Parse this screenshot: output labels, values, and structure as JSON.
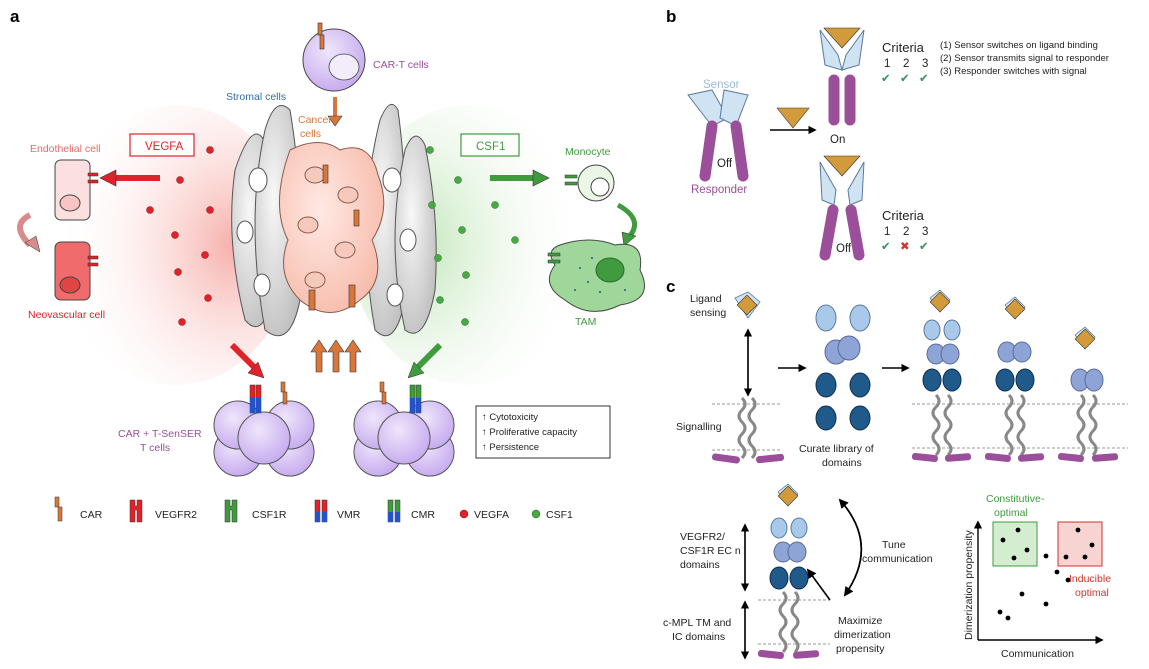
{
  "panels": {
    "a": "a",
    "b": "b",
    "c": "c"
  },
  "colors": {
    "car": "#d9773a",
    "vegfa": "#e0222a",
    "csf1": "#3f9b3e",
    "purple": "#9b4e9a",
    "tcell": "#c9b2ef",
    "sensor": "#cfe3f2",
    "ligand": "#d29a3a",
    "domain_light": "#a9c9ea",
    "domain_mid": "#8ea3d6",
    "domain_dark": "#1f5a8a",
    "teal": "#2e6da0",
    "check": "#3a8f5a",
    "cross": "#d2332d"
  },
  "panel_a": {
    "car_t_cells": "CAR-T cells",
    "stromal_cells": "Stromal cells",
    "cancer_cells": [
      "Cancer",
      "cells"
    ],
    "endothelial_cell": "Endothelial cell",
    "neovascular_cell": "Neovascular cell",
    "vegfa_box": "VEGFA",
    "csf1_box": "CSF1",
    "monocyte": "Monocyte",
    "tam": "TAM",
    "car_tsenser": [
      "CAR + T-SenSER",
      "T cells"
    ],
    "effects": [
      "↑ Cytotoxicity",
      "↑ Proliferative capacity",
      "↑ Persistence"
    ],
    "legend": [
      "CAR",
      "VEGFR2",
      "CSF1R",
      "VMR",
      "CMR",
      "VEGFA",
      "CSF1"
    ]
  },
  "panel_b": {
    "sensor": "Sensor",
    "responder": "Responder",
    "off": "Off",
    "on": "On",
    "criteria": "Criteria",
    "numbers": [
      "1",
      "2",
      "3"
    ],
    "criteria_list": [
      "(1) Sensor switches on ligand binding",
      "(2) Sensor transmits signal to responder",
      "(3) Responder switches with signal"
    ],
    "marks_on": [
      "✔",
      "✔",
      "✔"
    ],
    "marks_off": [
      "✔",
      "✖",
      "✔"
    ]
  },
  "panel_c": {
    "ligand_sensing": [
      "Ligand",
      "sensing"
    ],
    "signalling": "Signalling",
    "curate": [
      "Curate library of",
      "domains"
    ],
    "vegfr2_label": [
      "VEGFR2/",
      "CSF1R EC n",
      "domains"
    ],
    "cmpl_label": [
      "c-MPL TM and",
      "IC domains"
    ],
    "tune": [
      "Tune",
      "communication"
    ],
    "maximize": [
      "Maximize",
      "dimerization",
      "propensity"
    ],
    "constitutive": [
      "Constitutive-",
      "optimal"
    ],
    "inducible": [
      "Inducible",
      "optimal"
    ],
    "ylabel": "Dimerization propensity",
    "xlabel": "Communication"
  }
}
